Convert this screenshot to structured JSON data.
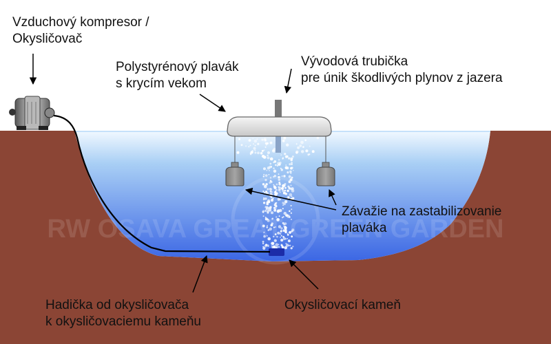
{
  "labels": {
    "compressor": [
      "Vzduchový kompresor /",
      "Okysličovač"
    ],
    "float": [
      "Polystyrénový plavák",
      "s krycím vekom"
    ],
    "outlet_tube": [
      "Vývodová trubička",
      "pre únik škodlivých plynov z jazera"
    ],
    "weights": [
      "Závažie na zastabilizovanie",
      "plaváka"
    ],
    "hose": [
      "Hadička od okysličovača",
      "k okysličovaciemu kameňu"
    ],
    "airstone": [
      "Okysličovací kameň"
    ]
  },
  "watermark": "RW OSAVA GREAT GREEN GARDEN",
  "colors": {
    "soil": "#8b4535",
    "water_top": "#d8ecfb",
    "water_bottom": "#3b66e4",
    "float": "#e4e4e4",
    "weight": "#8f8f8f",
    "stone": "#1c2ca8",
    "hose": "#000000",
    "arrow": "#000000"
  }
}
